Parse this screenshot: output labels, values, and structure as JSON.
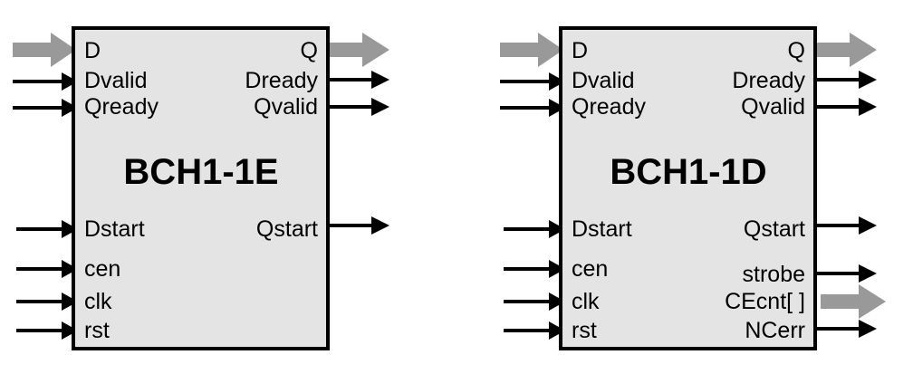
{
  "diagram": {
    "type": "block-diagram",
    "background_color": "#ffffff",
    "block_fill_color": "#e4e4e4",
    "block_border_color": "#000000",
    "signal_color": "#000000",
    "bus_color": "#999999",
    "blocks": [
      {
        "id": "encoder",
        "title": "BCH1-1E",
        "inputs": [
          {
            "label": "D",
            "kind": "bus"
          },
          {
            "label": "Dvalid",
            "kind": "signal"
          },
          {
            "label": "Qready",
            "kind": "signal"
          },
          {
            "label": "Dstart",
            "kind": "signal"
          },
          {
            "label": "cen",
            "kind": "signal"
          },
          {
            "label": "clk",
            "kind": "signal"
          },
          {
            "label": "rst",
            "kind": "signal"
          }
        ],
        "outputs": [
          {
            "label": "Q",
            "kind": "bus"
          },
          {
            "label": "Dready",
            "kind": "signal"
          },
          {
            "label": "Qvalid",
            "kind": "signal"
          },
          {
            "label": "Qstart",
            "kind": "signal"
          }
        ]
      },
      {
        "id": "decoder",
        "title": "BCH1-1D",
        "inputs": [
          {
            "label": "D",
            "kind": "bus"
          },
          {
            "label": "Dvalid",
            "kind": "signal"
          },
          {
            "label": "Qready",
            "kind": "signal"
          },
          {
            "label": "Dstart",
            "kind": "signal"
          },
          {
            "label": "cen",
            "kind": "signal"
          },
          {
            "label": "clk",
            "kind": "signal"
          },
          {
            "label": "rst",
            "kind": "signal"
          }
        ],
        "outputs": [
          {
            "label": "Q",
            "kind": "bus"
          },
          {
            "label": "Dready",
            "kind": "signal"
          },
          {
            "label": "Qvalid",
            "kind": "signal"
          },
          {
            "label": "Qstart",
            "kind": "signal"
          },
          {
            "label": "strobe",
            "kind": "signal"
          },
          {
            "label": "CEcnt[ ]",
            "kind": "bus"
          },
          {
            "label": "NCerr",
            "kind": "signal"
          }
        ]
      }
    ]
  }
}
